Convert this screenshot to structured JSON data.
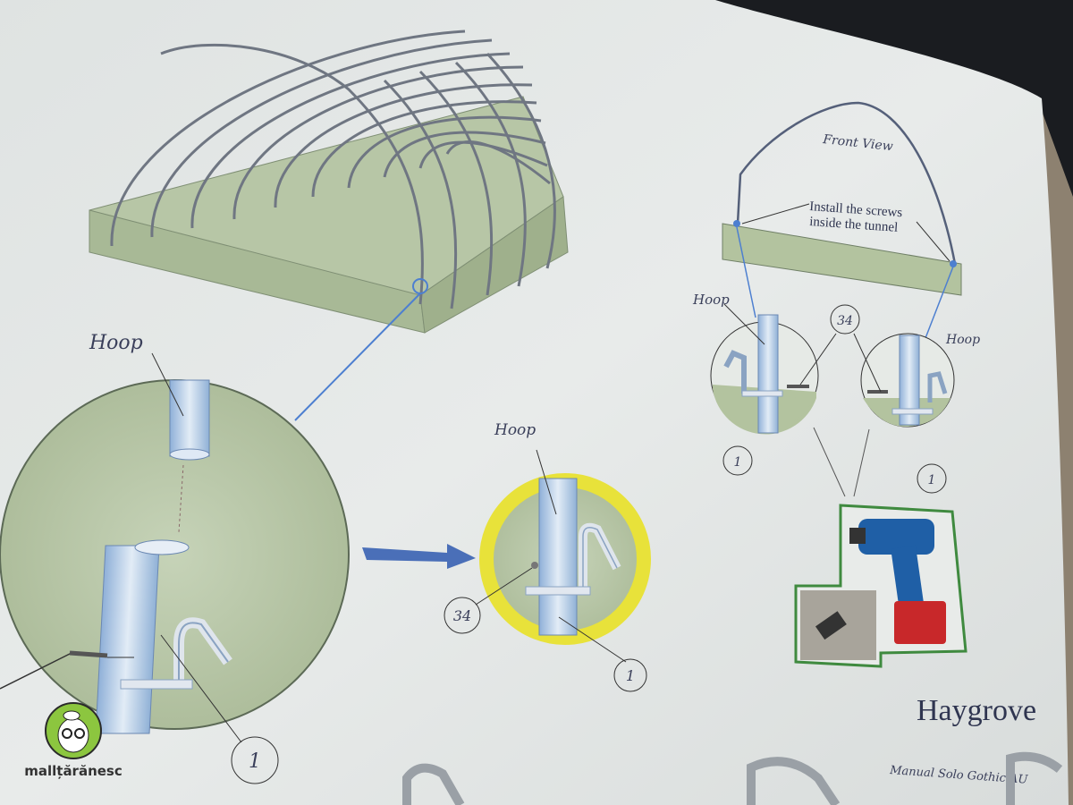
{
  "diagram": {
    "labels": {
      "hoop_main": "Hoop",
      "hoop_detail": "Hoop",
      "hoop_front_left": "Hoop",
      "hoop_front_right": "Hoop",
      "part_1_main": "1",
      "part_1_detail": "1",
      "part_34_detail": "34",
      "part_34_front": "34",
      "part_1_front_left": "1",
      "part_1_front_right": "1",
      "front_view": "Front View",
      "install_line1": "Install the screws",
      "install_line2": "inside the tunnel"
    },
    "colors": {
      "paper": "#e4e7e6",
      "ground_green": "#b9c9a8",
      "highlight_ring": "#e8e23a",
      "hoop_blue": "#5a78c0",
      "drill_frame": "#3f8a3f"
    }
  },
  "footer": {
    "brand": "Haygrove",
    "manual_title": "Manual Solo Gothic AU"
  },
  "watermark": {
    "name": "mallțărănesc"
  }
}
